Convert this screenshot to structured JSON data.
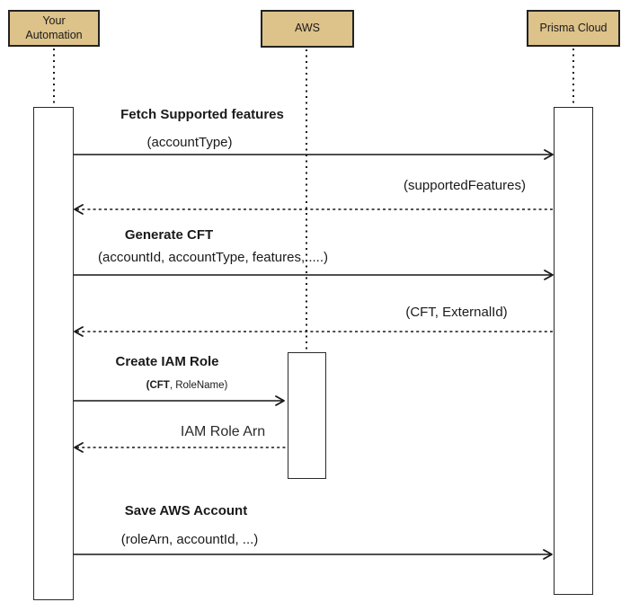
{
  "diagram": {
    "type": "uml-sequence-diagram",
    "colors": {
      "background": "#ffffff",
      "actor_fill": "#ddc28a",
      "actor_border": "#222222",
      "line": "#161616",
      "activation_fill": "#ffffff",
      "text": "#1a1a1a"
    },
    "actors": [
      {
        "name": "Your Automation"
      },
      {
        "name": "AWS"
      },
      {
        "name": "Prisma Cloud"
      }
    ],
    "messages": [
      {
        "from": "Your Automation",
        "to": "Prisma Cloud",
        "style": "solid",
        "title": "Fetch Supported features",
        "args": "(accountType)"
      },
      {
        "from": "Prisma Cloud",
        "to": "Your Automation",
        "style": "dashed",
        "args": "(supportedFeatures)"
      },
      {
        "from": "Your Automation",
        "to": "Prisma Cloud",
        "style": "solid",
        "title": "Generate CFT",
        "args": "(accountId, accountType, features, ....)"
      },
      {
        "from": "Prisma Cloud",
        "to": "Your Automation",
        "style": "dashed",
        "args": "(CFT, ExternalId)"
      },
      {
        "from": "Your Automation",
        "to": "AWS",
        "style": "solid",
        "title": "Create IAM Role",
        "args_bold": "(CFT",
        "args_rest": ", RoleName)"
      },
      {
        "from": "AWS",
        "to": "Your Automation",
        "style": "dashed",
        "args": "IAM Role Arn"
      },
      {
        "from": "Your Automation",
        "to": "Prisma Cloud",
        "style": "solid",
        "title": "Save AWS Account",
        "args": "(roleArn, accountId, ...)"
      }
    ]
  }
}
